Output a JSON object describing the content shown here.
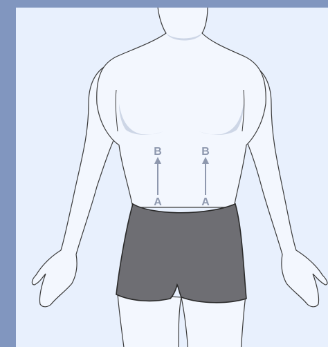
{
  "labels": {
    "left_top": "B",
    "left_bottom": "A",
    "right_top": "B",
    "right_bottom": "A"
  },
  "colors": {
    "frame": "#8196bf",
    "background": "#e8f0fd",
    "body_fill": "#f3f7fe",
    "outline": "#3a3a3a",
    "shorts": "#6e6e73",
    "arrow": "#8e98ae",
    "shadow": "#cdd6e6"
  }
}
